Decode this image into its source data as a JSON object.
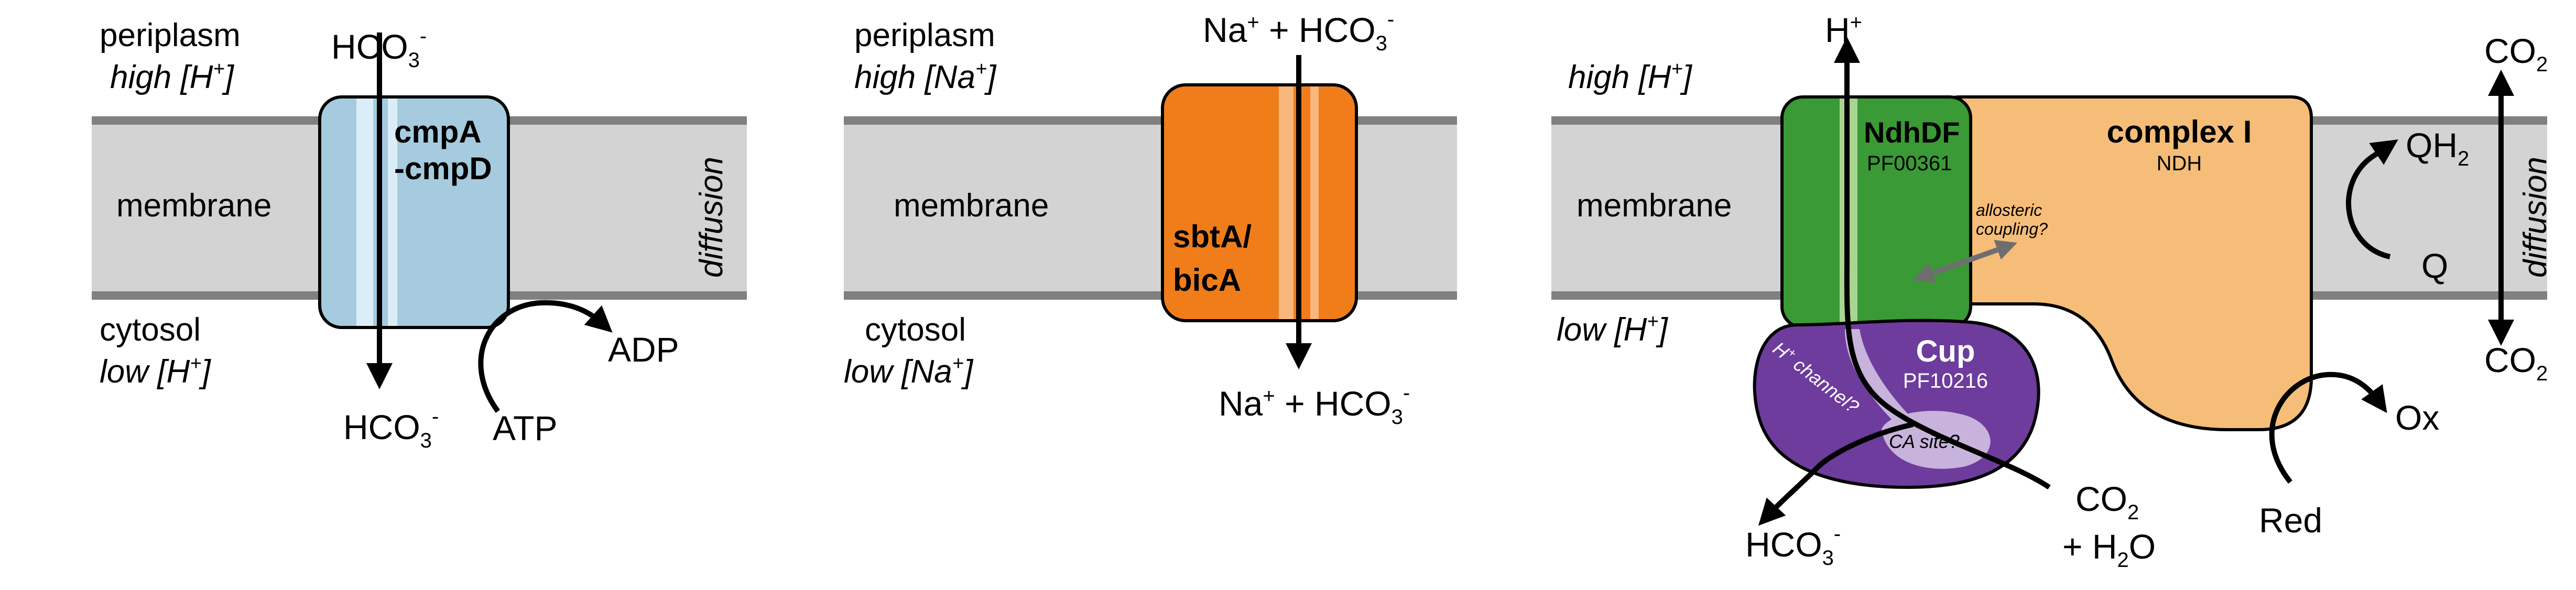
{
  "colors": {
    "membrane": "#d3d3d3",
    "membrane_edge": "#808080",
    "cmp": "#a6cbdf",
    "cmp_channel": "#dbeef7",
    "sbt": "#f07d1a",
    "sbt_channel": "#f8b77d",
    "ndhdf": "#3a9a35",
    "ndhdf_channel": "#a9d592",
    "complex_i": "#f6bd78",
    "cup": "#6d3c9c",
    "cup_channel": "#c7b3dc",
    "arrow": "#000000",
    "coupling_arrow": "#6e6e6e"
  },
  "panel1": {
    "periplasm": "periplasm",
    "high_h": "high [H",
    "membrane": "membrane",
    "cytosol": "cytosol",
    "low_h": "low [H",
    "plus": "+",
    "close_bracket": "]",
    "hco3_top": "HCO",
    "hco3_bottom": "HCO",
    "sub3": "3",
    "minus": "-",
    "transporter_line1": "cmpA",
    "transporter_line2": "-cmpD",
    "adp": "ADP",
    "atp": "ATP",
    "diffusion": "diffusion"
  },
  "panel2": {
    "periplasm": "periplasm",
    "high_na": "high [Na",
    "membrane": "membrane",
    "cytosol": "cytosol",
    "low_na": "low [Na",
    "plus": "+",
    "close_bracket": "]",
    "na": "Na",
    "plus_hco": " + HCO",
    "sub3": "3",
    "minus": "-",
    "transporter_line1": "sbtA/",
    "transporter_line2": "bicA"
  },
  "panel3": {
    "high_h": "high [H",
    "low_h": "low [H",
    "membrane": "membrane",
    "plus": "+",
    "close_bracket": "]",
    "h": "H",
    "ndhdf": "NdhDF",
    "ndhdf_id": "PF00361",
    "complex_i": "complex I",
    "ndh": "NDH",
    "allosteric_line1": "allosteric",
    "allosteric_line2": "coupling?",
    "cup": "Cup",
    "cup_id": "PF10216",
    "h_channel": "H",
    "h_channel_rest": " channel?",
    "ca_site": "CA site?",
    "hco3": "HCO",
    "sub3": "3",
    "minus": "-",
    "co2": "CO",
    "sub2": "2",
    "plus_h2o_a": "+ H",
    "plus_h2o_b": "O",
    "qh2": "QH",
    "q": "Q",
    "red": "Red",
    "ox": "Ox",
    "co2_top": "CO",
    "co2_bottom": "CO",
    "diffusion": "diffusion"
  }
}
